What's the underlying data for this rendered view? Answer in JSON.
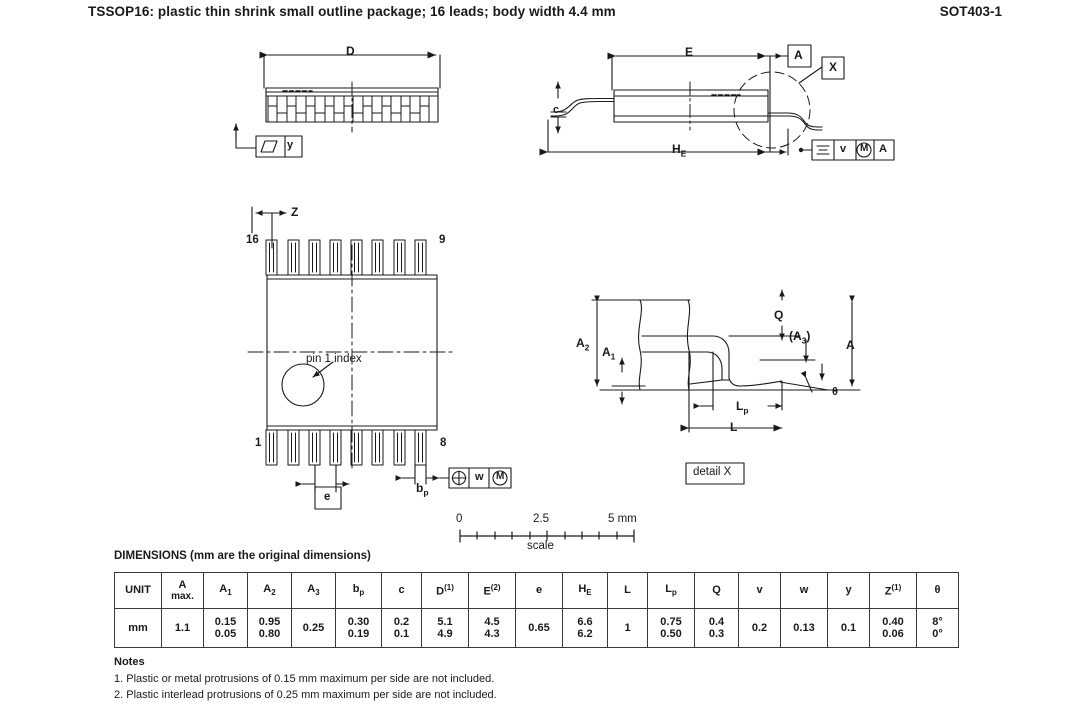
{
  "header": {
    "title": "TSSOP16: plastic thin shrink small outline package; 16 leads; body width 4.4 mm",
    "code": "SOT403-1"
  },
  "views": {
    "top_left": {
      "dim_D": "D",
      "fcf_datum": "y"
    },
    "top_right": {
      "dim_E": "E",
      "dim_HE_main": "H",
      "dim_HE_sub": "E",
      "dim_c": "c",
      "datum_A": "A",
      "callout_X": "X",
      "fcf_v": "v",
      "fcf_mmc": "M",
      "fcf_datum": "A"
    },
    "plan": {
      "dim_Z": "Z",
      "pin_16": "16",
      "pin_9": "9",
      "pin_1": "1",
      "pin_8": "8",
      "pin1_index": "pin 1 index",
      "dim_e": "e",
      "dim_bp_main": "b",
      "dim_bp_sub": "p",
      "fcf_w": "w",
      "fcf_mmc": "M"
    },
    "detail": {
      "label": "detail X",
      "dim_A2_main": "A",
      "dim_A2_sub": "2",
      "dim_A1_main": "A",
      "dim_A1_sub": "1",
      "dim_A3": "(A3)",
      "dim_A3_main": "(A",
      "dim_A3_sub": "3",
      "dim_A3_tail": ")",
      "dim_Q": "Q",
      "dim_A": "A",
      "dim_theta": "θ",
      "dim_Lp_main": "L",
      "dim_Lp_sub": "p",
      "dim_L": "L"
    },
    "scale": {
      "tick_0": "0",
      "tick_mid": "2.5",
      "tick_max": "5 mm",
      "caption": "scale"
    }
  },
  "dimensions": {
    "caption": "DIMENSIONS (mm are the original dimensions)",
    "columns": [
      {
        "key": "UNIT",
        "label": "UNIT",
        "sub": "",
        "sup": "",
        "second": ""
      },
      {
        "key": "A",
        "label": "A",
        "sub": "",
        "sup": "",
        "second": "max."
      },
      {
        "key": "A1",
        "label": "A",
        "sub": "1",
        "sup": "",
        "second": ""
      },
      {
        "key": "A2",
        "label": "A",
        "sub": "2",
        "sup": "",
        "second": ""
      },
      {
        "key": "A3",
        "label": "A",
        "sub": "3",
        "sup": "",
        "second": ""
      },
      {
        "key": "bp",
        "label": "b",
        "sub": "p",
        "sup": "",
        "second": ""
      },
      {
        "key": "c",
        "label": "c",
        "sub": "",
        "sup": "",
        "second": ""
      },
      {
        "key": "D",
        "label": "D",
        "sub": "",
        "sup": "(1)",
        "second": ""
      },
      {
        "key": "E",
        "label": "E",
        "sub": "",
        "sup": "(2)",
        "second": ""
      },
      {
        "key": "e",
        "label": "e",
        "sub": "",
        "sup": "",
        "second": ""
      },
      {
        "key": "HE",
        "label": "H",
        "sub": "E",
        "sup": "",
        "second": ""
      },
      {
        "key": "L",
        "label": "L",
        "sub": "",
        "sup": "",
        "second": ""
      },
      {
        "key": "Lp",
        "label": "L",
        "sub": "p",
        "sup": "",
        "second": ""
      },
      {
        "key": "Q",
        "label": "Q",
        "sub": "",
        "sup": "",
        "second": ""
      },
      {
        "key": "v",
        "label": "v",
        "sub": "",
        "sup": "",
        "second": ""
      },
      {
        "key": "w",
        "label": "w",
        "sub": "",
        "sup": "",
        "second": ""
      },
      {
        "key": "y",
        "label": "y",
        "sub": "",
        "sup": "",
        "second": ""
      },
      {
        "key": "Z",
        "label": "Z",
        "sub": "",
        "sup": "(1)",
        "second": ""
      },
      {
        "key": "theta",
        "label": "θ",
        "sub": "",
        "sup": "",
        "second": ""
      }
    ],
    "rows": [
      {
        "unit": "mm",
        "values": [
          {
            "key": "A",
            "max": "1.1",
            "min": ""
          },
          {
            "key": "A1",
            "max": "0.15",
            "min": "0.05"
          },
          {
            "key": "A2",
            "max": "0.95",
            "min": "0.80"
          },
          {
            "key": "A3",
            "max": "0.25",
            "min": ""
          },
          {
            "key": "bp",
            "max": "0.30",
            "min": "0.19"
          },
          {
            "key": "c",
            "max": "0.2",
            "min": "0.1"
          },
          {
            "key": "D",
            "max": "5.1",
            "min": "4.9"
          },
          {
            "key": "E",
            "max": "4.5",
            "min": "4.3"
          },
          {
            "key": "e",
            "max": "0.65",
            "min": ""
          },
          {
            "key": "HE",
            "max": "6.6",
            "min": "6.2"
          },
          {
            "key": "L",
            "max": "1",
            "min": ""
          },
          {
            "key": "Lp",
            "max": "0.75",
            "min": "0.50"
          },
          {
            "key": "Q",
            "max": "0.4",
            "min": "0.3"
          },
          {
            "key": "v",
            "max": "0.2",
            "min": ""
          },
          {
            "key": "w",
            "max": "0.13",
            "min": ""
          },
          {
            "key": "y",
            "max": "0.1",
            "min": ""
          },
          {
            "key": "Z",
            "max": "0.40",
            "min": "0.06"
          },
          {
            "key": "theta",
            "max": "8°",
            "min": "0°"
          }
        ]
      }
    ]
  },
  "notes": {
    "title": "Notes",
    "items": [
      "1. Plastic or metal protrusions of 0.15 mm maximum per side are not included.",
      "2. Plastic interlead protrusions of 0.25 mm maximum per side are not included."
    ]
  },
  "colors": {
    "line": "#1a1a1a",
    "background": "#ffffff"
  }
}
